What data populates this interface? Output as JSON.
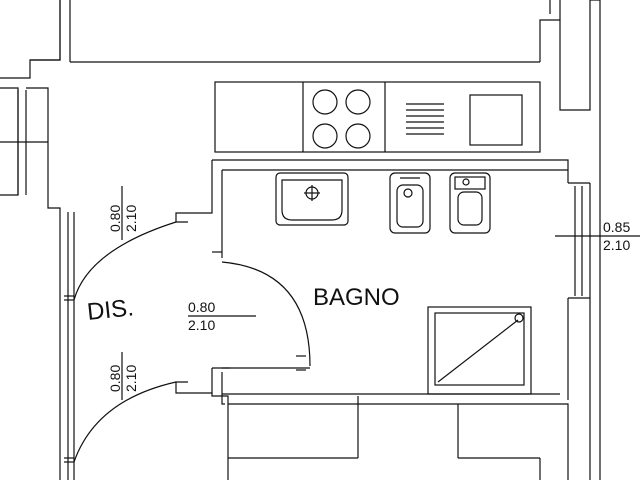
{
  "rooms": {
    "bagno": "BAGNO",
    "disimpegno": "DIS."
  },
  "dimensions": {
    "window_right": {
      "width": "0.85",
      "height": "2.10"
    },
    "door_bagno": {
      "width": "0.80",
      "height": "2.10"
    },
    "door_left_top": {
      "width": "0.80",
      "height": "2.10"
    },
    "door_left_bottom": {
      "width": "0.80",
      "height": "2.10"
    }
  },
  "fixtures": [
    "sink-icon",
    "bidet-icon",
    "toilet-icon",
    "shower-tray-icon",
    "cooktop-icon",
    "kitchen-sink-icon"
  ]
}
